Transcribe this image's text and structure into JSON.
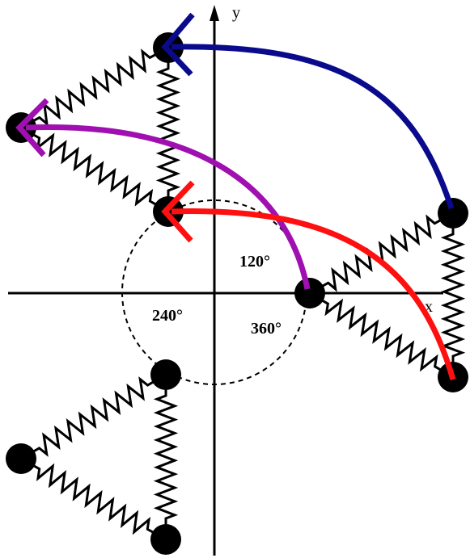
{
  "axes": {
    "x_label": "x",
    "y_label": "y"
  },
  "angles": [
    {
      "id": "a120",
      "label": "120°"
    },
    {
      "id": "a240",
      "label": "240°"
    },
    {
      "id": "a360",
      "label": "360°"
    }
  ],
  "colors": {
    "arc_blue": "#0a0a8c",
    "arc_purple": "#a010b0",
    "arc_red": "#ff1010",
    "ink": "#000000"
  },
  "molecules": [
    {
      "id": "reference",
      "description_name": "triangle-origin-right"
    },
    {
      "id": "rotated-120",
      "description_name": "triangle-upper-left"
    },
    {
      "id": "rotated-240",
      "description_name": "triangle-lower-left"
    }
  ],
  "rotation_arrows": [
    {
      "id": "blue-arc",
      "color_key": "arc_blue"
    },
    {
      "id": "purple-arc",
      "color_key": "arc_purple"
    },
    {
      "id": "red-arc",
      "color_key": "arc_red"
    }
  ]
}
